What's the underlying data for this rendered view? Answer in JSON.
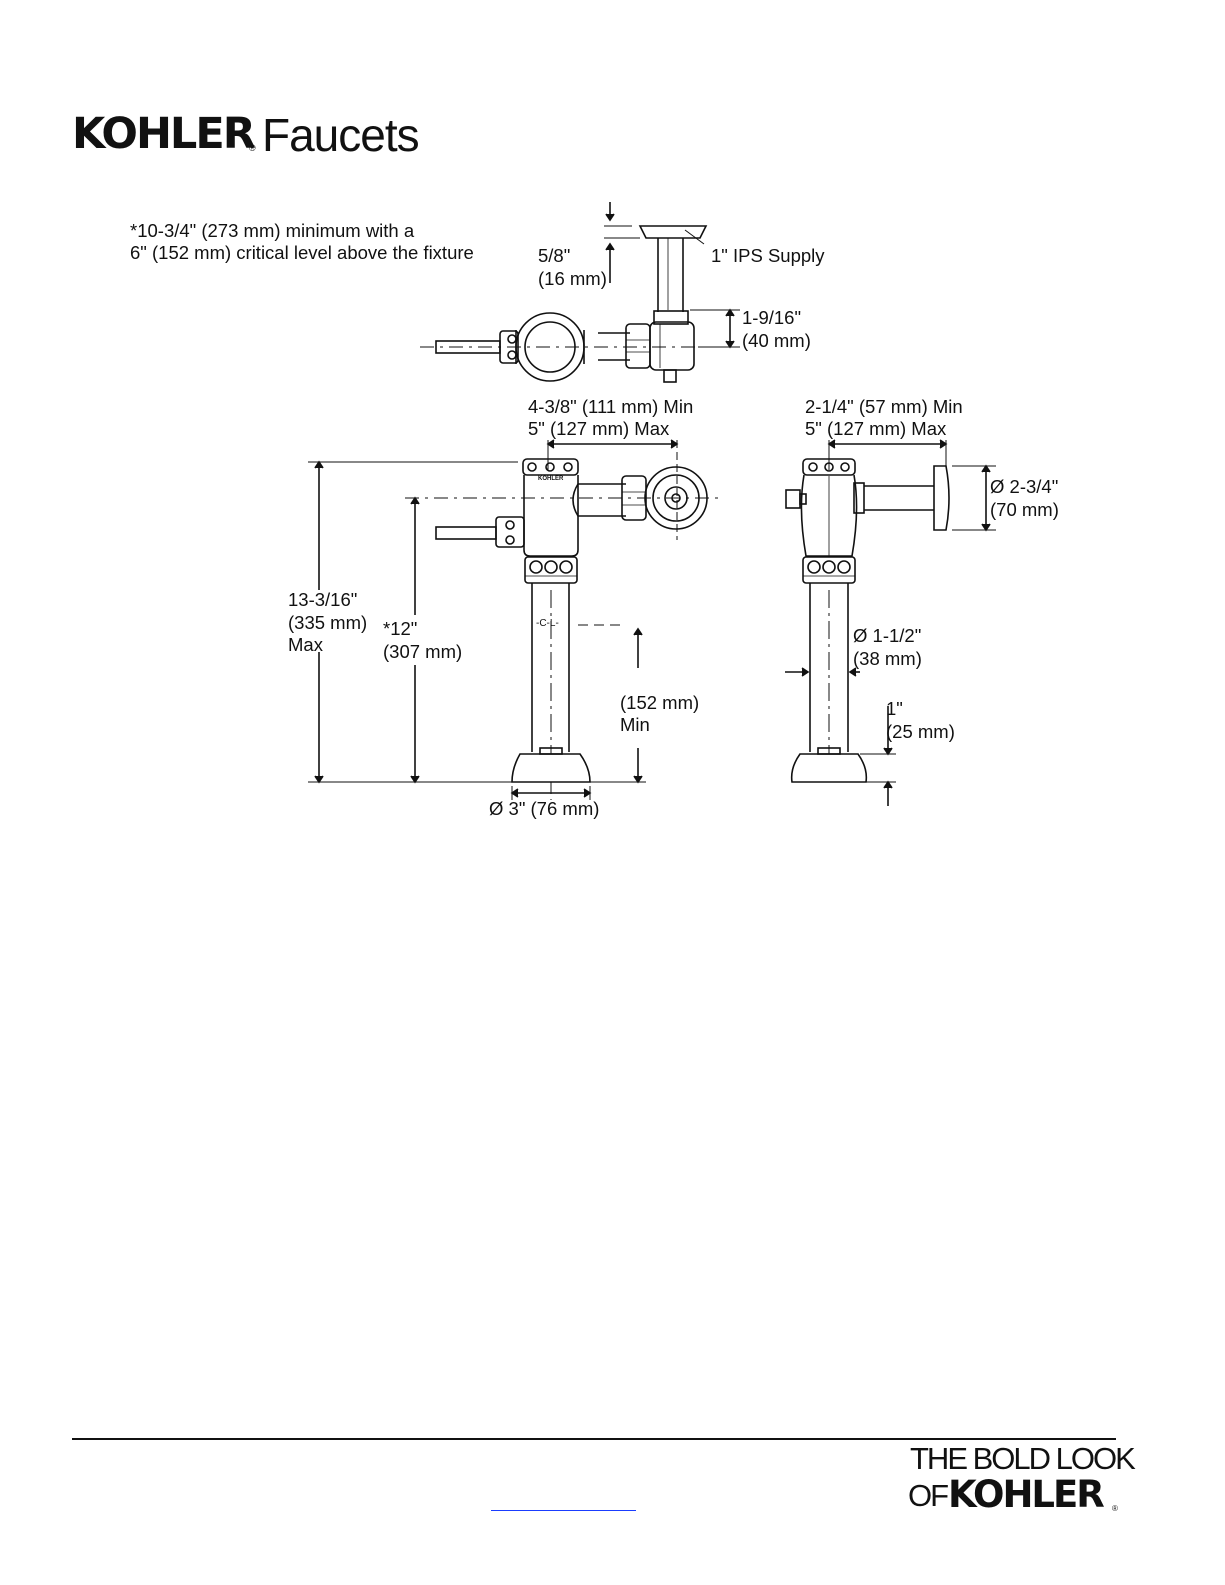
{
  "header": {
    "brand": "KOHLER",
    "brand_reg": "®",
    "product_line": "Faucets"
  },
  "notes": {
    "line1": "*10-3/4\" (273 mm) minimum with a",
    "line2": "6\" (152 mm) critical level above the fixture"
  },
  "top_view": {
    "dim_5_8": "5/8\"",
    "dim_16mm": "(16 mm)",
    "supply": "1\" IPS Supply",
    "dim_1_9_16": "1-9/16\"",
    "dim_40mm": "(40 mm)"
  },
  "front_view": {
    "dim_min": "4-3/8\" (111 mm) Min",
    "dim_max": "5\" (127 mm) Max",
    "height_1": "13-3/16\"",
    "height_2": "(335 mm)",
    "height_3": "Max",
    "height_b1": "*12\"",
    "height_b2": "(307 mm)",
    "cl": "-C-L-",
    "min_1": "(152 mm)",
    "min_2": "Min",
    "base": "Ø 3\" (76 mm)",
    "stamp": "KOHLER"
  },
  "side_view": {
    "dim_min": "2-1/4\" (57 mm) Min",
    "dim_max": "5\" (127 mm) Max",
    "flange_1": "Ø 2-3/4\"",
    "flange_2": "(70 mm)",
    "pipe_1": "Ø 1-1/2\"",
    "pipe_2": "(38 mm)",
    "gap_1": "1\"",
    "gap_2": "(25 mm)"
  },
  "footer": {
    "tagline_1": "THE BOLD LOOK",
    "tagline_2": "OF",
    "brand": "KOHLER",
    "brand_reg": "®",
    "link_color": "#1a3cff"
  }
}
